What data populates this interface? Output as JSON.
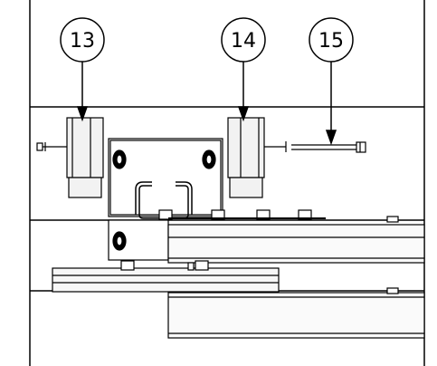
{
  "callouts": [
    {
      "id": "callout-13",
      "label": "13"
    },
    {
      "id": "callout-14",
      "label": "14"
    },
    {
      "id": "callout-15",
      "label": "15"
    }
  ],
  "colors": {
    "line": "#000000",
    "part_fill": "#f2f2f2",
    "background": "#ffffff"
  }
}
